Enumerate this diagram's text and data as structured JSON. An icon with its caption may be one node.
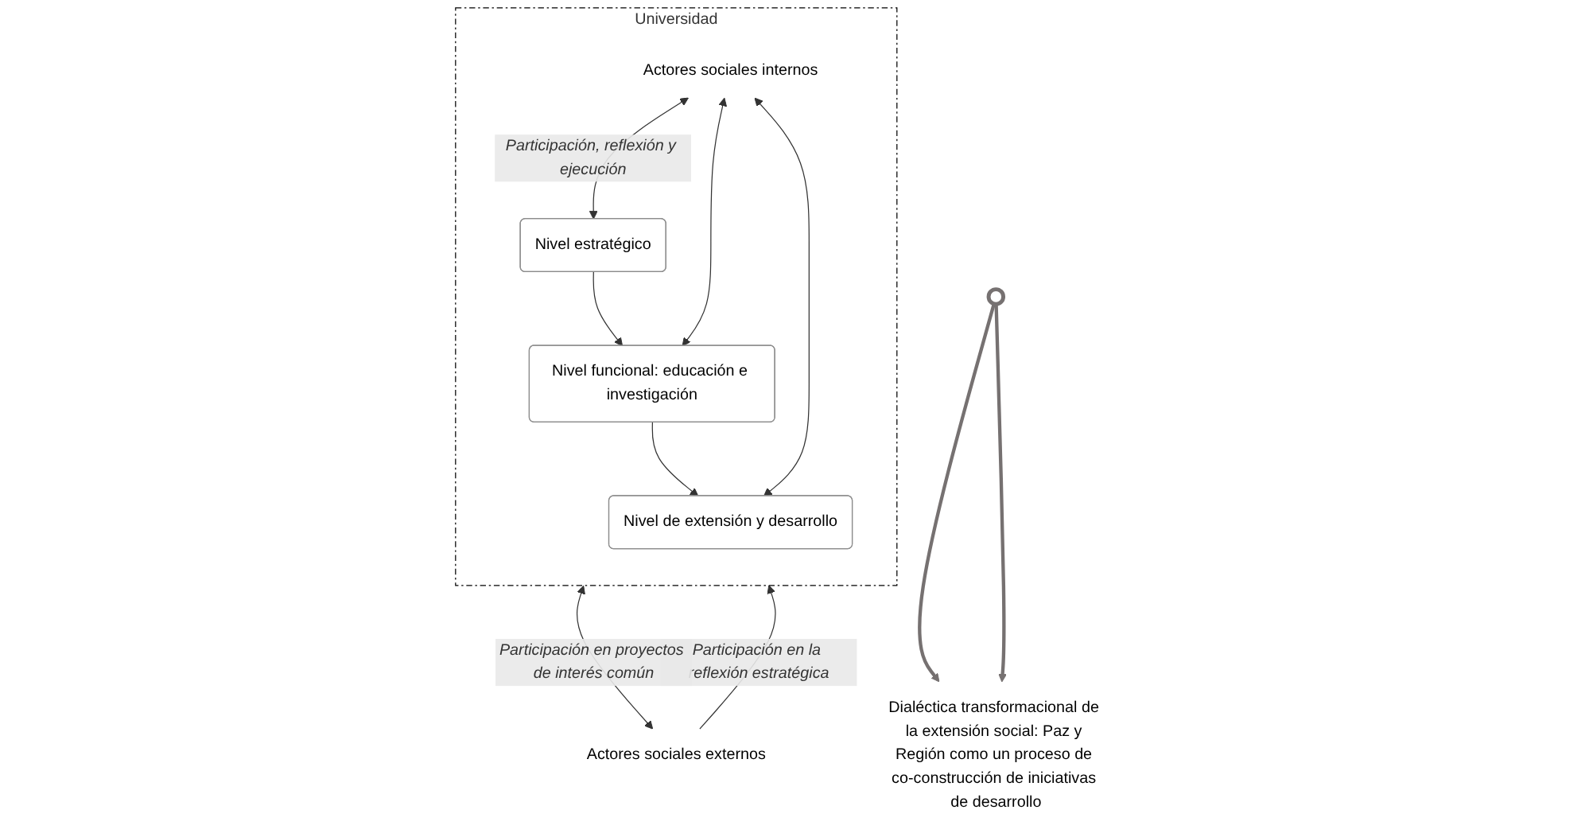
{
  "diagram": {
    "nodes": [
      {
        "text": [
          "Universidad"
        ]
      },
      {
        "text": [
          "Nivel estratégico"
        ],
        "in": 0
      },
      {
        "text": [
          "Nivel funcional: educación e investigación"
        ],
        "in": 0
      },
      {
        "text": [
          "Nivel de extensión y desarrollo"
        ],
        "in": 0
      },
      {
        "text": [
          "Actores sociales internos"
        ],
        "in": 0
      },
      {
        "text": [
          "Actores sociales externos"
        ]
      },
      {
        "text": [],
        "shape": "circle"
      },
      {
        "text": [
          "Dialéctica transformacional de la extensión social: Paz y Región como un proceso de co-construcción de iniciativas de desarrollo"
        ]
      }
    ],
    "edges": [
      {
        "from": 1,
        "to": 2,
        "arrow": "to"
      },
      {
        "from": 2,
        "to": 3,
        "arrow": "to"
      },
      {
        "from": 4,
        "to": 1,
        "arrow": "both",
        "label": "Participación, reflexión y ejecución"
      },
      {
        "from": 4,
        "to": 2,
        "arrow": "both"
      },
      {
        "from": 4,
        "to": 3,
        "arrow": "both"
      },
      {
        "from": 5,
        "to": 0,
        "arrow": "to",
        "label": "Participación en la reflexión estratégica"
      },
      {
        "from": 0,
        "to": 5,
        "arrow": "both",
        "label": "Participación en proyectos de interés común"
      },
      {
        "from": 6,
        "to": 7,
        "arrow": "to",
        "style": "thick",
        "color": "#767171"
      },
      {
        "from": 6,
        "to": 7,
        "arrow": "to",
        "style": "thick",
        "color": "#767171"
      }
    ]
  }
}
